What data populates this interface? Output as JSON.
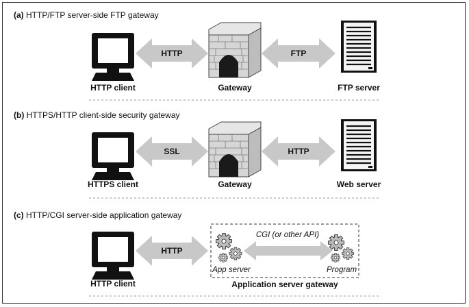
{
  "panels": [
    {
      "title_tag": "(a)",
      "title_text": " HTTP/FTP server-side FTP gateway",
      "left_label": "HTTP client",
      "left_arrow": "HTTP",
      "middle_label": "Gateway",
      "right_arrow": "FTP",
      "right_label": "FTP server"
    },
    {
      "title_tag": "(b)",
      "title_text": " HTTPS/HTTP client-side security gateway",
      "left_label": "HTTPS client",
      "left_arrow": "SSL",
      "middle_label": "Gateway",
      "right_arrow": "HTTP",
      "right_label": "Web server"
    },
    {
      "title_tag": "(c)",
      "title_text": " HTTP/CGI server-side application gateway",
      "left_label": "HTTP client",
      "left_arrow": "HTTP",
      "box_label": "Application server gateway",
      "inner_arrow": "CGI (or other API)",
      "app_label": "App server",
      "program_label": "Program"
    }
  ],
  "colors": {
    "arrow": "#c8c8c8",
    "ink": "#111111",
    "stone": "#d9d9d9",
    "divider": "#999999"
  }
}
